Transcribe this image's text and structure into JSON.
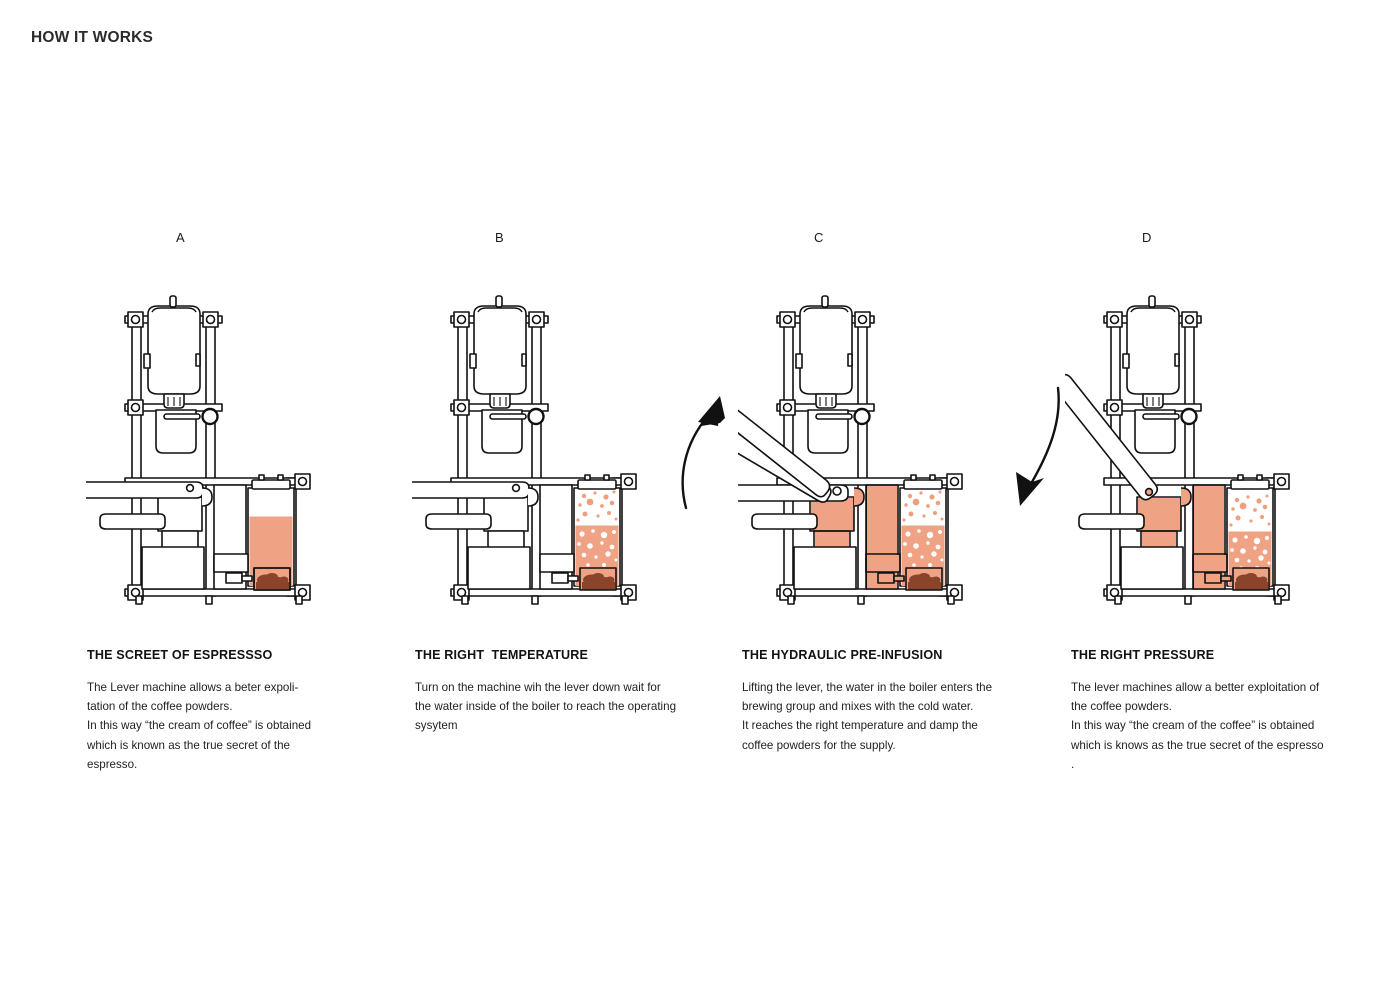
{
  "page": {
    "title": "HOW IT WORKS",
    "background_color": "#ffffff",
    "ink_color": "#111111",
    "accent_color": "#f0a285",
    "accent_light_color": "#f7c3ad",
    "coffee_color": "#8a442a"
  },
  "arrows": [
    {
      "name": "arrow-up-b-to-c",
      "direction": "up",
      "between": [
        "B",
        "C"
      ]
    },
    {
      "name": "arrow-down-c-to-d",
      "direction": "down",
      "between": [
        "C",
        "D"
      ]
    }
  ],
  "panels": [
    {
      "letter": "A",
      "diagram": "lever-espresso-machine-idle",
      "state": "lever down, boiler filled with cold water, coffee grounds in basket",
      "caption_title": "THE SCREET OF ESPRESSSO",
      "caption_lines": [
        "The Lever machine allows a beter expoli-",
        "tation of the coffee powders.",
        "In this way “the cream of coffee” is obtained",
        "which is known as the true secret of the",
        "espresso."
      ]
    },
    {
      "letter": "B",
      "diagram": "lever-espresso-machine-heating",
      "state": "water boiling in the boiler, bubbles rising, steam above waterline",
      "caption_title": "THE RIGHT  TEMPERATURE",
      "caption_lines": [
        "Turn on the machine wih the lever down wait for",
        "the water inside of the boiler to reach the operating",
        "sysytem"
      ]
    },
    {
      "letter": "C",
      "diagram": "lever-espresso-machine-lever-raised",
      "state": "lever lifted, hot water enters the brewing group and mixes with cold water",
      "caption_title": "THE HYDRAULIC PRE-INFUSION",
      "caption_lines": [
        "Lifting the lever, the water in the boiler enters the",
        "brewing group and mixes with the cold water.",
        "It reaches the right temperature and damp the",
        "coffee powders for the supply."
      ]
    },
    {
      "letter": "D",
      "diagram": "lever-espresso-machine-lever-pressed",
      "state": "lever pressed down, pressure pushes water through the coffee, espresso pours",
      "caption_title": "THE RIGHT PRESSURE",
      "caption_lines": [
        "The lever machines allow a better exploitation of",
        "the coffee powders.",
        "In this way “the cream of the coffee” is obtained",
        "which is knows as the true secret of the espresso",
        "."
      ]
    }
  ]
}
